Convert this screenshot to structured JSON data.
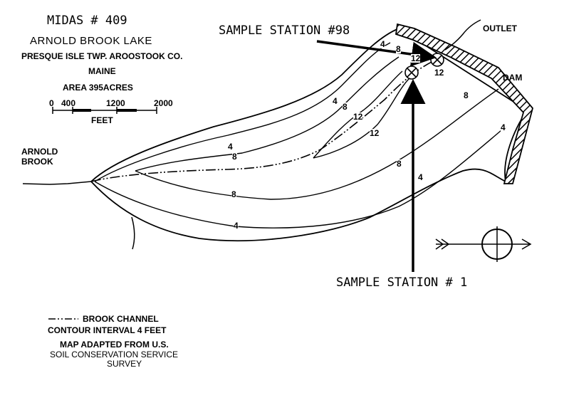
{
  "title_block": {
    "midas": "MIDAS # 409",
    "lake_name": "ARNOLD BROOK LAKE",
    "location": "PRESQUE ISLE TWP. AROOSTOOK CO.",
    "state": "MAINE",
    "area": "AREA 395ACRES"
  },
  "scale_bar": {
    "ticks": [
      "0",
      "400",
      "1200",
      "2000"
    ],
    "unit": "FEET"
  },
  "features": {
    "outlet": "OUTLET",
    "dam": "DAM",
    "inlet": "ARNOLD\nBROOK"
  },
  "stations": {
    "station_98": "SAMPLE STATION #98",
    "station_1": "SAMPLE STATION # 1"
  },
  "contours": {
    "depth_4": "4",
    "depth_8": "8",
    "depth_12": "12"
  },
  "legend": {
    "brook_channel": "BROOK CHANNEL",
    "contour_interval": "CONTOUR INTERVAL 4 FEET",
    "adapted_1": "MAP ADAPTED FROM U.S.",
    "adapted_2": "SOIL CONSERVATION SERVICE",
    "adapted_3": "SURVEY"
  },
  "icons": [
    "north-arrow-icon",
    "sample-station-marker-icon",
    "dam-hatch-icon"
  ]
}
